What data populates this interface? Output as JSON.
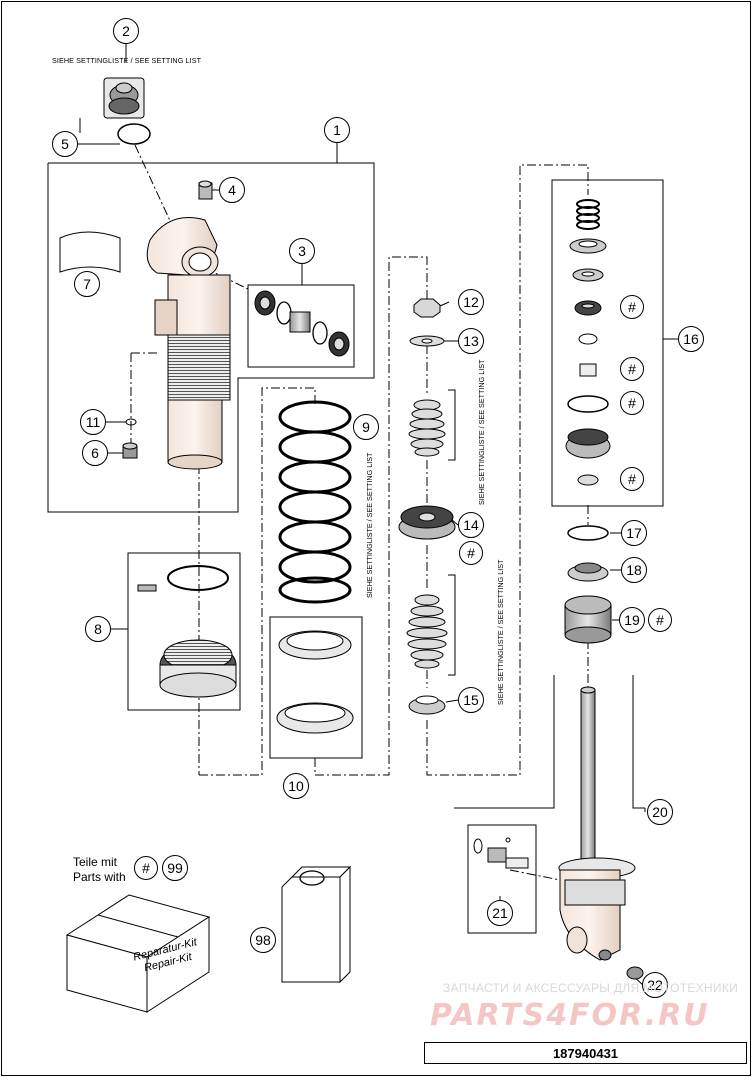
{
  "callouts": {
    "c1": "1",
    "c2": "2",
    "c3": "3",
    "c4": "4",
    "c5": "5",
    "c6": "6",
    "c7": "7",
    "c8": "8",
    "c9": "9",
    "c10": "10",
    "c11": "11",
    "c12": "12",
    "c13": "13",
    "c14": "14",
    "c15": "15",
    "c16": "16",
    "c17": "17",
    "c18": "18",
    "c19": "19",
    "c20": "20",
    "c21": "21",
    "c22": "22",
    "c98": "98",
    "c99": "99"
  },
  "hash_symbol": "#",
  "setting_note": "SIEHE SETTINGLISTE / SEE SETTING LIST",
  "parts_with": {
    "line1": "Teile mit",
    "line2": "Parts with"
  },
  "repair_kit": {
    "line1": "Reparatur-Kit",
    "line2": "Repair-Kit"
  },
  "watermark": {
    "line1": "ЗАПЧАСТИ И АКСЕССУАРЫ ДЛЯ МОТОТЕХНИКИ",
    "line2": "PARTS4FOR.RU"
  },
  "diagram_id": "187940431"
}
